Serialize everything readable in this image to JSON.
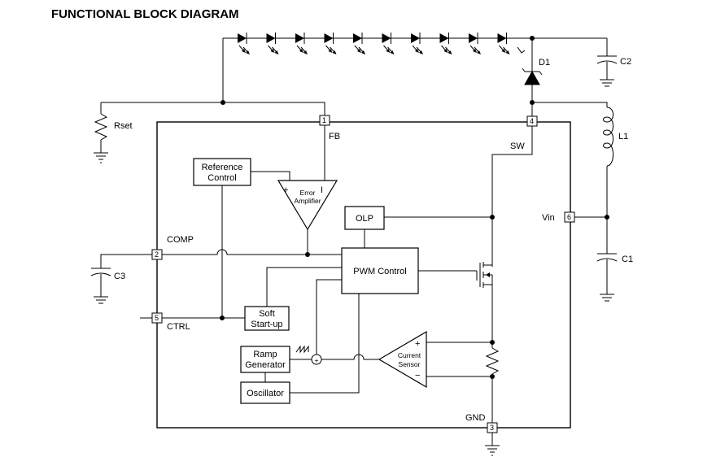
{
  "title": "FUNCTIONAL BLOCK DIAGRAM",
  "components": {
    "rset": "Rset",
    "c1": "C1",
    "c2": "C2",
    "c3": "C3",
    "d1": "D1",
    "l1": "L1"
  },
  "pins": {
    "fb": {
      "number": "1",
      "label": "FB"
    },
    "comp": {
      "number": "2",
      "label": "COMP"
    },
    "gnd": {
      "number": "3",
      "label": "GND"
    },
    "sw": {
      "number": "4",
      "label": "SW"
    },
    "ctrl": {
      "number": "5",
      "label": "CTRL"
    },
    "vin": {
      "number": "6",
      "label": "Vin"
    }
  },
  "blocks": {
    "reference_control": {
      "line1": "Reference",
      "line2": "Control"
    },
    "error_amplifier": {
      "line1": "Error",
      "line2": "Amplifier",
      "plus": "+",
      "minus": "I"
    },
    "olp": "OLP",
    "pwm_control": "PWM Control",
    "soft_startup": {
      "line1": "Soft",
      "line2": "Start-up"
    },
    "ramp_generator": {
      "line1": "Ramp",
      "line2": "Generator"
    },
    "oscillator": "Oscillator",
    "current_sensor": {
      "line1": "Current",
      "line2": "Sensor",
      "plus": "+",
      "minus": "−"
    },
    "summer": "+"
  },
  "led_count": 10
}
